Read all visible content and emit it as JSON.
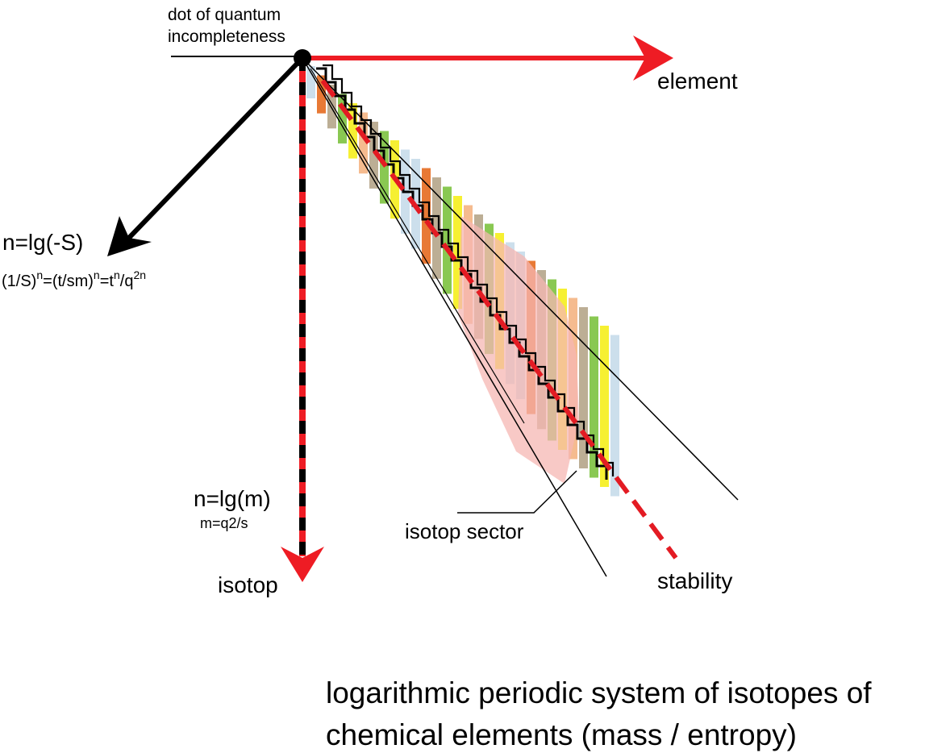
{
  "labels": {
    "origin_line1": "dot of quantum",
    "origin_line2": "incompleteness",
    "element_axis": "element",
    "entropy_axis": "n=lg(-S)",
    "entropy_formula_1": "(1/S)",
    "entropy_formula_2": "=(t/sm)",
    "entropy_formula_3": "=t",
    "entropy_formula_4": "/q",
    "entropy_formula_sup_n": "n",
    "entropy_formula_sup_2n": "2n",
    "mass_axis": "n=lg(m)",
    "mass_formula": "m=q2/s",
    "isotop_axis": "isotop",
    "isotop_sector": "isotop sector",
    "stability": "stability"
  },
  "title": {
    "line1": "logarithmic periodic system of isotopes of",
    "line2": "chemical elements (mass / entropy)"
  },
  "colors": {
    "axis_red": "#ee1c24",
    "axis_black": "#000000",
    "stability_red": "#e31b23",
    "band_orange": "#e66a1f",
    "band_tan": "#b5a58a",
    "band_green": "#7cc23f",
    "band_yellow": "#f5ee1c",
    "band_light_orange": "#f4b483",
    "band_light_blue": "#c6dcea",
    "band_pink": "#f6b7b3"
  }
}
